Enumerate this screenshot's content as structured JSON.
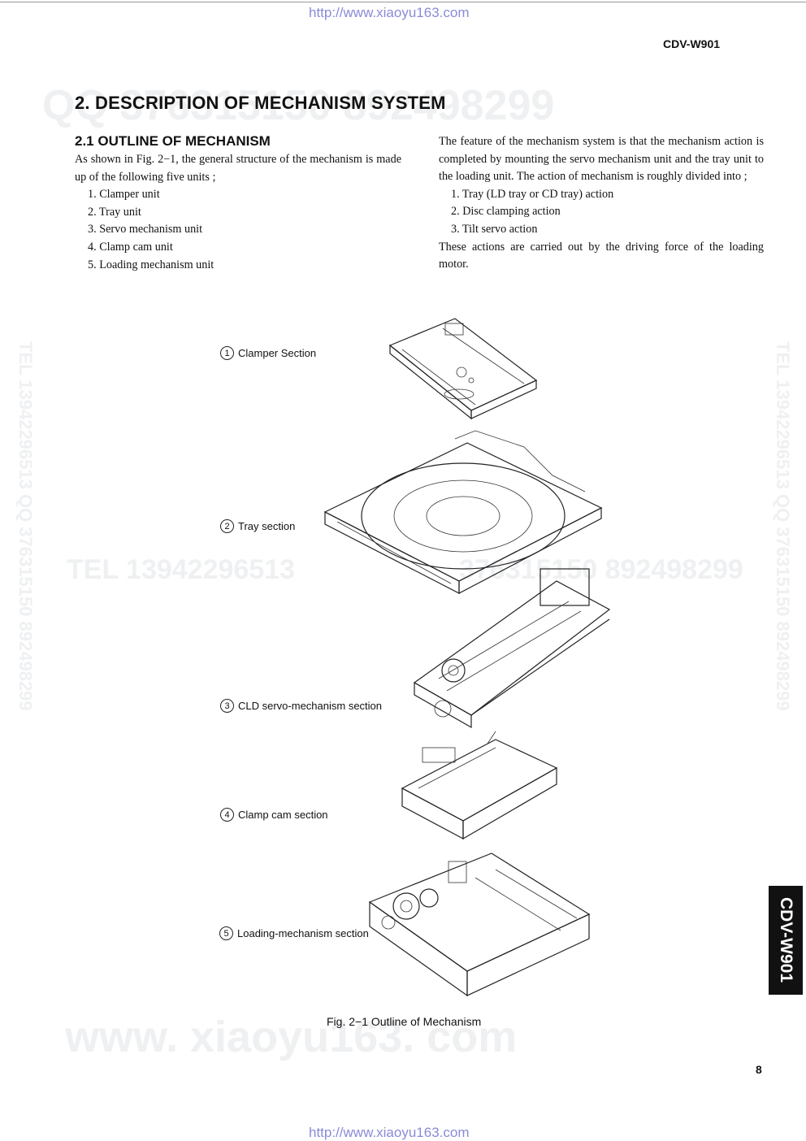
{
  "header": {
    "url_top": "http://www.xiaoyu163.com",
    "model": "CDV-W901"
  },
  "section": {
    "title": "2. DESCRIPTION OF MECHANISM SYSTEM",
    "subtitle": "2.1 OUTLINE OF MECHANISM",
    "left_intro": "As shown in Fig. 2−1, the general structure of the mechanism is made up of the following five units ;",
    "units": [
      "1. Clamper unit",
      "2. Tray unit",
      "3. Servo mechanism unit",
      "4. Clamp cam unit",
      "5. Loading mechanism unit"
    ],
    "right_intro": "The feature of the mechanism system is that the mechanism action is completed by mounting the servo mechanism unit and the tray unit to the loading unit. The action of mechanism is roughly divided into ;",
    "actions": [
      "1. Tray (LD tray or CD tray) action",
      "2. Disc clamping action",
      "3. Tilt servo action"
    ],
    "right_outro": "These actions are carried out by the driving force of the loading motor."
  },
  "figure": {
    "labels": [
      {
        "num": "1",
        "text": "Clamper Section"
      },
      {
        "num": "2",
        "text": "Tray section"
      },
      {
        "num": "3",
        "text": "CLD servo-mechanism section"
      },
      {
        "num": "4",
        "text": "Clamp cam section"
      },
      {
        "num": "5",
        "text": "Loading-mechanism section"
      }
    ],
    "caption": "Fig. 2−1  Outline of Mechanism"
  },
  "watermarks": {
    "top": "QQ 376315150  892498299",
    "middle": "TEL 13942296513",
    "middle_right": "376315150  892498299",
    "bottom": "www. xiaoyu163. com",
    "side_left": "TEL 13942296513  QQ 376315150  892498299",
    "side_right": "TEL 13942296513  QQ 376315150  892498299"
  },
  "footer": {
    "page_number": "8",
    "url_bottom": "http://www.xiaoyu163.com",
    "side_tab": "CDV-W901"
  }
}
